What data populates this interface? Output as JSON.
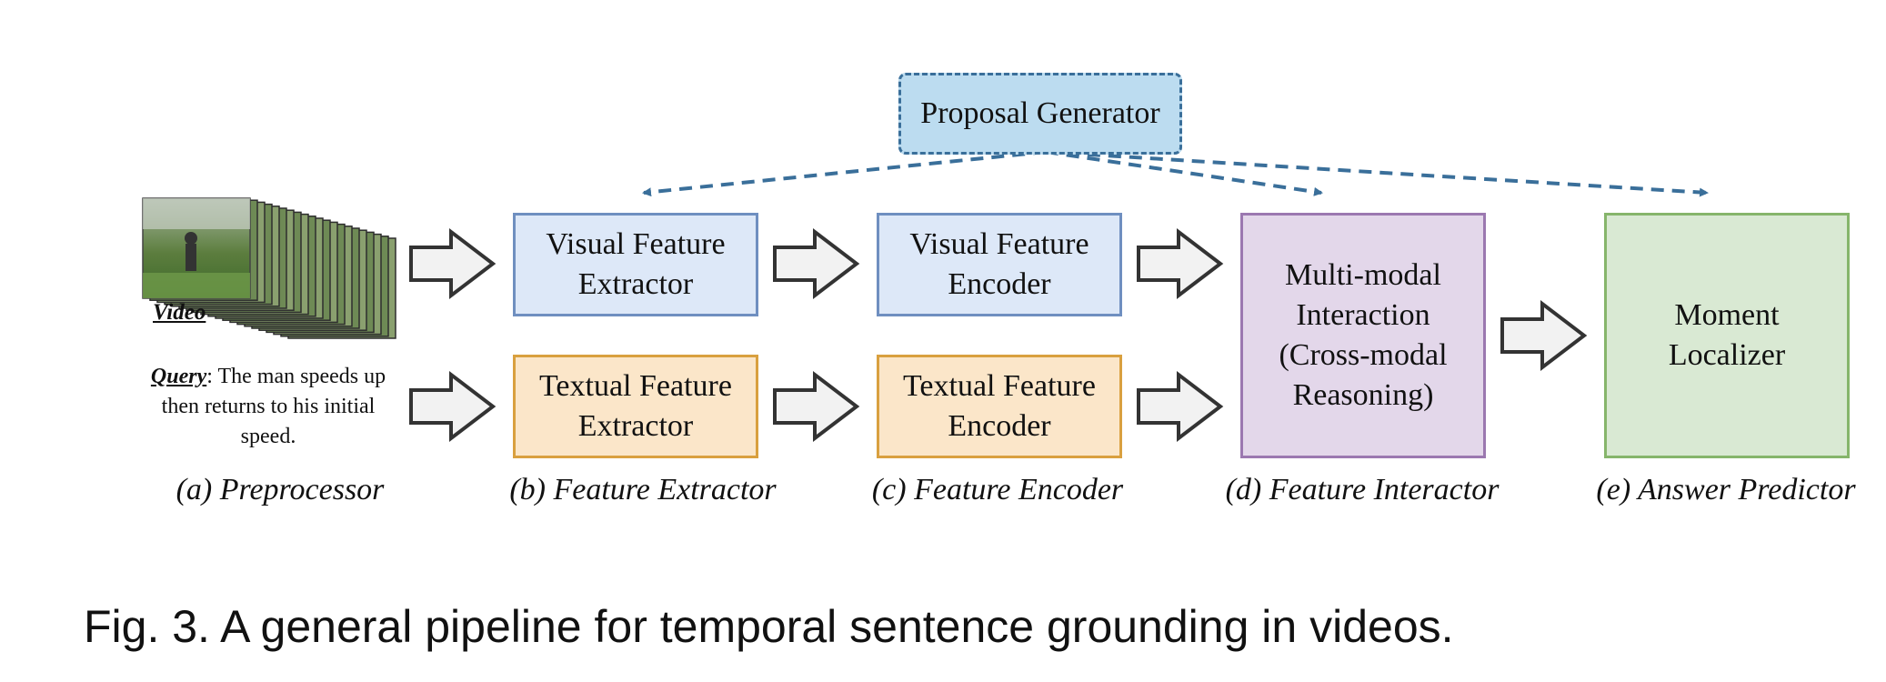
{
  "proposal_generator": "Proposal Generator",
  "preprocessor": {
    "video_label": "Video",
    "query_label": "Query",
    "query_text": ": The man speeds up then returns to his initial speed."
  },
  "boxes": {
    "visual_extractor": "Visual Feature\nExtractor",
    "textual_extractor": "Textual Feature\nExtractor",
    "visual_encoder": "Visual Feature\nEncoder",
    "textual_encoder": "Textual Feature\nEncoder",
    "interaction": "Multi-modal\nInteraction\n(Cross-modal\nReasoning)",
    "localizer": "Moment\nLocalizer"
  },
  "stages": {
    "a": "(a) Preprocessor",
    "b": "(b) Feature Extractor",
    "c": "(c) Feature Encoder",
    "d": "(d) Feature Interactor",
    "e": "(e) Answer Predictor"
  },
  "caption": "Fig. 3. A general pipeline for temporal sentence grounding in videos.",
  "colors": {
    "visual_fill": "#dde8f8",
    "textual_fill": "#fbe6c9",
    "interaction_fill": "#e3d7ea",
    "localizer_fill": "#d9e9d3",
    "proposal_fill": "#bcdcf0",
    "dashed_arrow": "#3a6f9a"
  }
}
